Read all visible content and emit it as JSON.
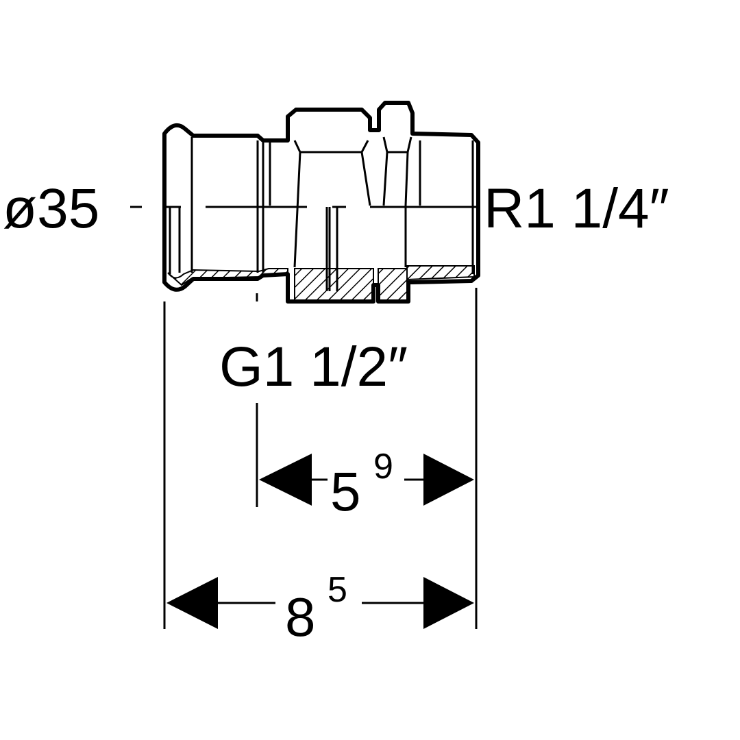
{
  "drawing": {
    "left_connection": "ø35",
    "right_connection": "R1 1/4″",
    "union_thread": "G1 1/2″",
    "dim_inner": {
      "main": "5",
      "sup": "9"
    },
    "dim_overall": {
      "main": "8",
      "sup": "5"
    }
  },
  "colors": {
    "ink": "#000000",
    "background": "#ffffff"
  }
}
